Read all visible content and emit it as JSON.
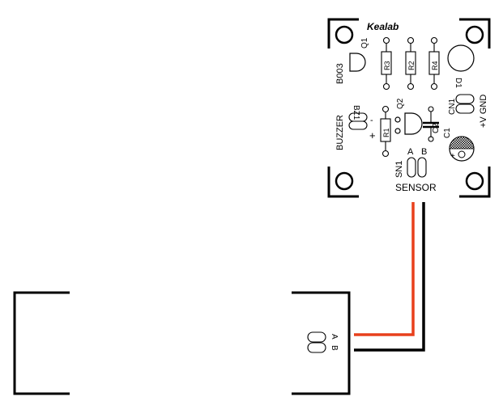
{
  "board": {
    "brand": "Kealab",
    "board_id": "B003",
    "q1": "Q1",
    "q2": "Q2",
    "r1": "R1",
    "r2": "R2",
    "r3": "R3",
    "r4": "R4",
    "d1": "D1",
    "bz1": "BZ1",
    "buzzer": "BUZZER",
    "plus": "+",
    "minus": "-",
    "cn1": "CN1",
    "power": "+V GND",
    "c1": "C1",
    "c2": "C2",
    "sn1": "SN1",
    "a": "A",
    "b": "B",
    "sensor": "SENSOR"
  },
  "probe": {
    "a": "A",
    "b": "B"
  },
  "wires": [
    {
      "name": "wire-a",
      "color": "#e8401c"
    },
    {
      "name": "wire-b",
      "color": "#000000"
    }
  ]
}
